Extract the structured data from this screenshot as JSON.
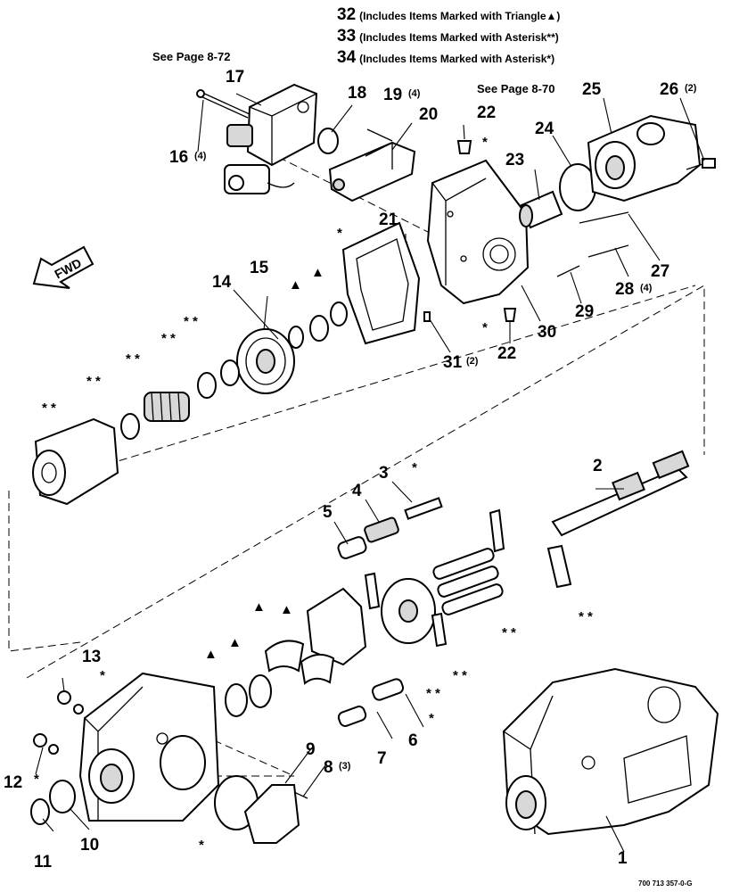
{
  "notes": [
    {
      "num": "32",
      "text": "(Includes Items Marked with Triangle▲)"
    },
    {
      "num": "33",
      "text": "(Includes Items Marked with Asterisk**)"
    },
    {
      "num": "34",
      "text": "(Includes Items Marked with Asterisk*)"
    }
  ],
  "see_page": {
    "left": "See Page  8-72",
    "right": "See Page  8-70"
  },
  "direction": "FWD",
  "marks": {
    "triangle": "▲",
    "double_asterisk": "* *",
    "single_asterisk": "*"
  },
  "labels": {
    "l1": "1",
    "l2": "2",
    "l3": "3",
    "l4": "4",
    "l5": "5",
    "l6": "6",
    "l7": "7",
    "l8": "8",
    "l8_qty": "(3)",
    "l9": "9",
    "l10": "10",
    "l11": "11",
    "l12": "12",
    "l13": "13",
    "l14": "14",
    "l15": "15",
    "l16": "16",
    "l16_qty": "(4)",
    "l17": "17",
    "l18": "18",
    "l19": "19",
    "l19_qty": "(4)",
    "l20": "20",
    "l21": "21",
    "l22a": "22",
    "l22b": "22",
    "l23": "23",
    "l24": "24",
    "l25": "25",
    "l26": "26",
    "l26_qty": "(2)",
    "l27": "27",
    "l28": "28",
    "l28_qty": "(4)",
    "l29": "29",
    "l30": "30",
    "l31": "31",
    "l31_qty": "(2)"
  },
  "drawing_ref": "700 713 357-0-G"
}
